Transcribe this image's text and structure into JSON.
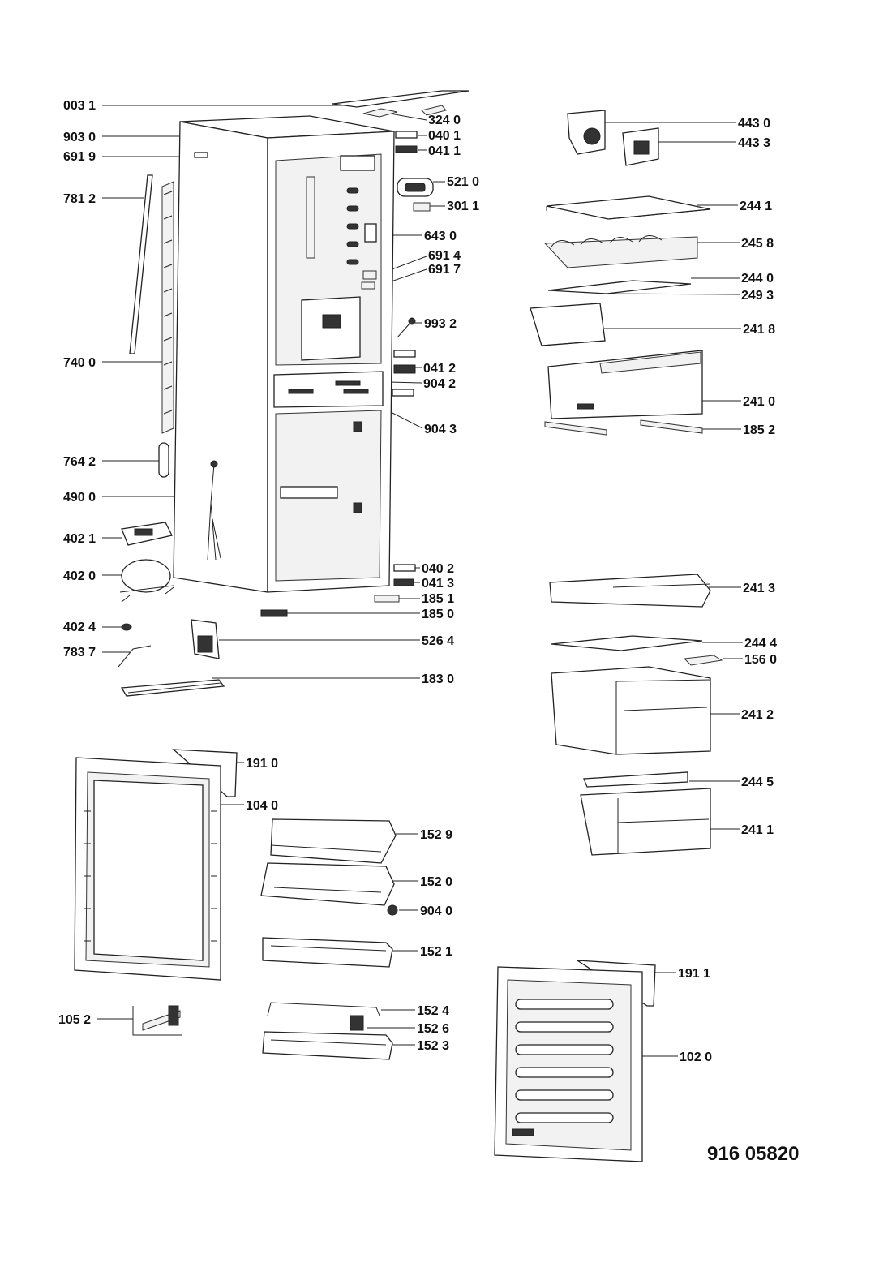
{
  "document_number": "916 05820",
  "labels": {
    "l0031": "003 1",
    "l3240": "324 0",
    "l9030": "903 0",
    "l0401": "040 1",
    "l0411": "041 1",
    "l6919": "691 9",
    "l5210": "521 0",
    "l7812": "781 2",
    "l3011": "301 1",
    "l6430": "643 0",
    "l6914": "691 4",
    "l6917": "691 7",
    "l9932": "993 2",
    "l7400": "740 0",
    "l0412": "041 2",
    "l9042": "904 2",
    "l9043": "904 3",
    "l7642": "764 2",
    "l4900": "490 0",
    "l4021": "402 1",
    "l4020": "402 0",
    "l0402": "040 2",
    "l0413": "041 3",
    "l1851": "185 1",
    "l1850": "185 0",
    "l4024": "402 4",
    "l5264": "526 4",
    "l7837": "783 7",
    "l1830": "183 0",
    "l4430": "443 0",
    "l4433": "443 3",
    "l2441": "244 1",
    "l2458": "245 8",
    "l2440": "244 0",
    "l2493": "249 3",
    "l2418": "241 8",
    "l2410": "241 0",
    "l1852": "185 2",
    "l2413": "241 3",
    "l2444": "244 4",
    "l1560": "156 0",
    "l2412": "241 2",
    "l2445": "244 5",
    "l2411": "241 1",
    "l1910": "191 0",
    "l1040": "104 0",
    "l1529": "152 9",
    "l1520": "152 0",
    "l9040": "904 0",
    "l1521": "152 1",
    "l1052": "105 2",
    "l1524": "152 4",
    "l1526": "152 6",
    "l1523": "152 3",
    "l1911": "191 1",
    "l1020": "102 0"
  }
}
